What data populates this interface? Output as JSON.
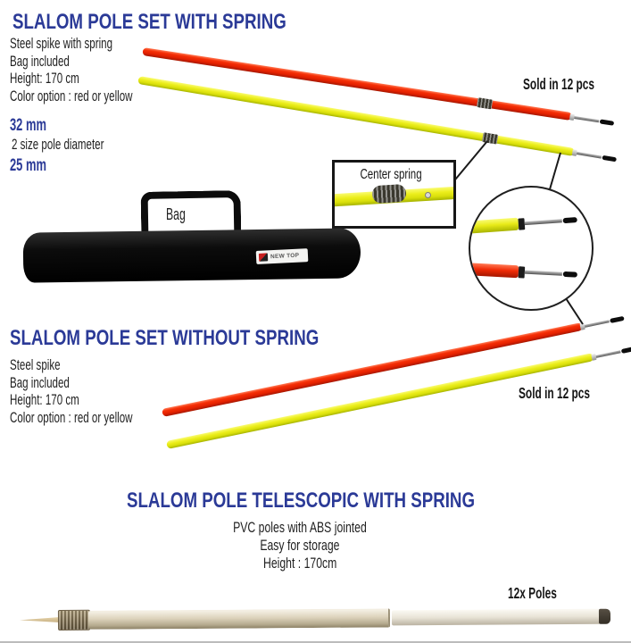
{
  "colors": {
    "title_blue": "#2b3a97",
    "pole_red": "#e42100",
    "pole_yellow": "#e4e614",
    "bag_black": "#0d0d0d"
  },
  "section1": {
    "title": "SLALOM POLE SET WITH SPRING",
    "details": [
      "Steel spike with spring",
      "Bag included",
      "Height: 170 cm",
      "Color option : red or yellow"
    ],
    "sold_note": "Sold in 12 pcs",
    "diameter_top": "32 mm",
    "diameter_caption": "2 size pole diameter",
    "diameter_bottom": "25 mm",
    "callout_center_spring": "Center spring",
    "bag_caption": "Bag",
    "bag_brand": "NEW TOP"
  },
  "section2": {
    "title": "SLALOM POLE SET WITHOUT SPRING",
    "details": [
      "Steel spike",
      "Bag included",
      "Height: 170 cm",
      "Color option : red or yellow"
    ],
    "sold_note": "Sold in 12 pcs"
  },
  "section3": {
    "title": "SLALOM POLE TELESCOPIC WITH SPRING",
    "details": [
      "PVC poles with ABS jointed",
      "Easy for storage",
      "Height : 170cm"
    ],
    "quantity_note": "12x Poles"
  }
}
